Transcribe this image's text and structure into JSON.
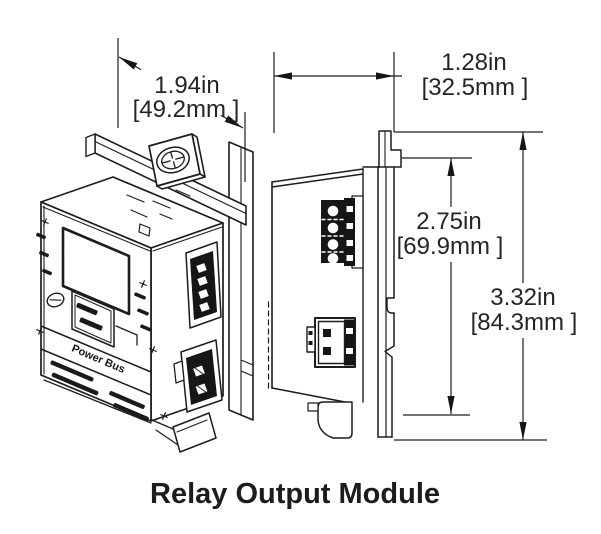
{
  "caption": "Relay Output Module",
  "iso": {
    "power_bus_label": "Power Bus"
  },
  "dims": {
    "width": {
      "in": "1.94in",
      "mm": "[49.2mm ]"
    },
    "depth": {
      "in": "1.28in",
      "mm": "[32.5mm ]"
    },
    "rail": {
      "in": "2.75in",
      "mm": "[69.9mm ]"
    },
    "height": {
      "in": "3.32in",
      "mm": "[84.3mm ]"
    }
  },
  "colors": {
    "line": "#1d1d1f",
    "text": "#242424",
    "background": "#ffffff"
  }
}
